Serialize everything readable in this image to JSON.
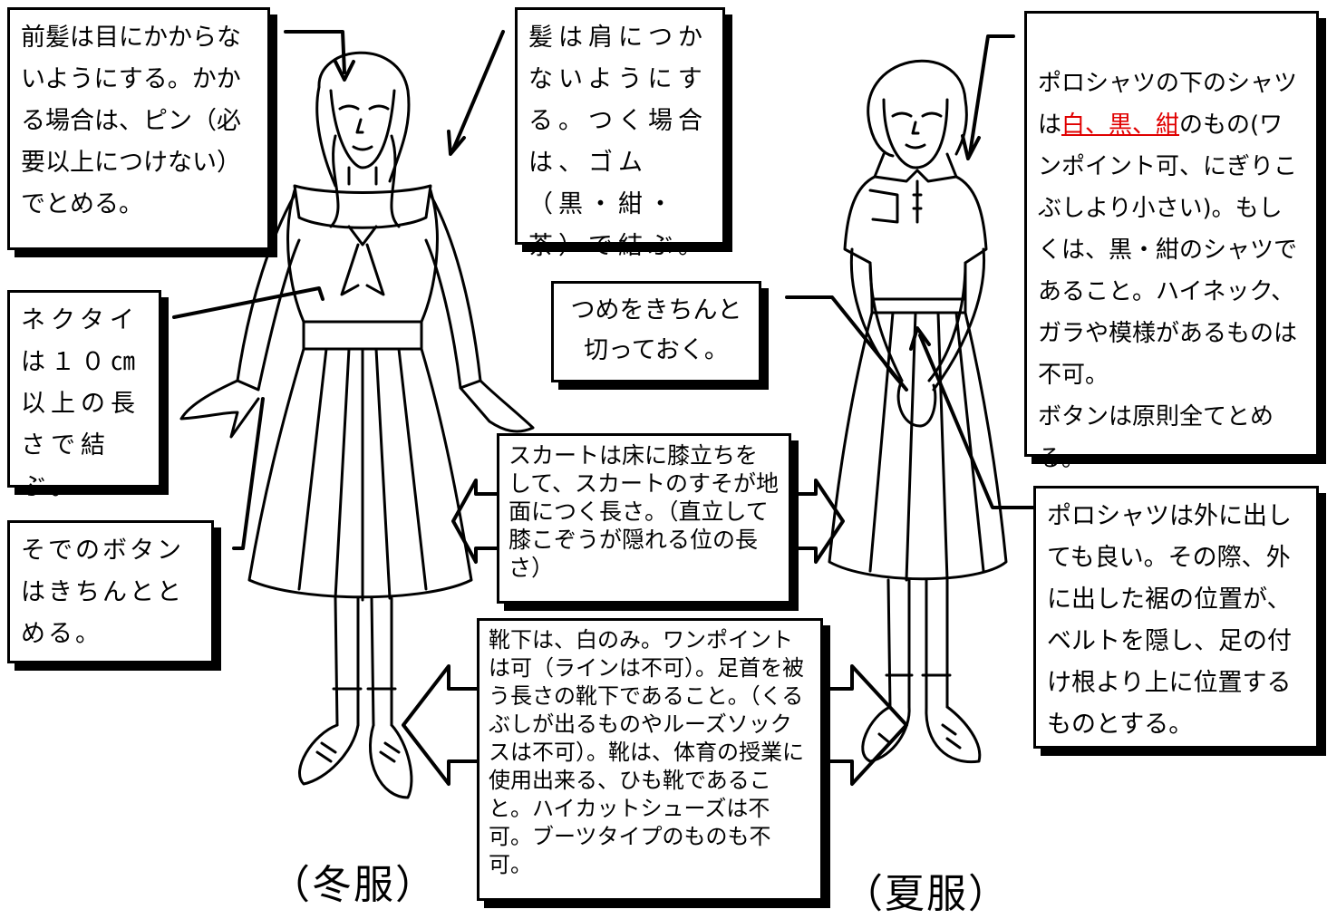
{
  "notes": {
    "bangs": "前髪は目にかからないようにする。かかる場合は、ピン（必要以上につけない）でとめる。",
    "hair": "髪は肩につかないようにする。つく場合は、ゴム（黒・紺・茶）で結ぶ。",
    "polo_under_before": "ポロシャツの下のシャツは",
    "polo_under_colors": "白、黒、紺",
    "polo_under_after": "のもの(ワンポイント可、にぎりこぶしより小さい)。もしくは、黒・紺のシャツであること。ハイネック、ガラや模様があるものは不可。\nボタンは原則全てとめる。",
    "necktie": "ネクタイは１０㎝以上の長さで結ぶ。",
    "nails": "つめをきちんと切っておく。",
    "sleeve_button": "そでのボタンはきちんととめる。",
    "skirt": "スカートは床に膝立ちをして、スカートのすそが地面につく長さ。（直立して膝こぞうが隠れる位の長さ）",
    "polo_out": "ポロシャツは外に出しても良い。その際、外に出した裾の位置が、ベルトを隠し、足の付け根より上に位置するものとする。",
    "socks_shoes": "靴下は、白のみ。ワンポイントは可（ラインは不可）。足首を被う長さの靴下であること。（くるぶしが出るものやルーズソックスは不可）。靴は、体育の授業に使用出来る、ひも靴であること。ハイカットシューズは不可。ブーツタイプのものも不可。"
  },
  "captions": {
    "winter": "（冬服）",
    "summer": "（夏服）"
  },
  "colors": {
    "highlight": "#e00000"
  }
}
